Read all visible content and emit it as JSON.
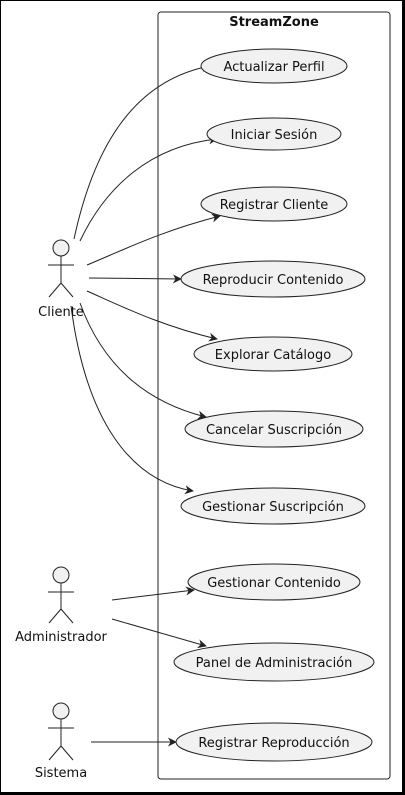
{
  "system": {
    "name": "StreamZone"
  },
  "actors": [
    {
      "id": "cliente",
      "label": "Cliente"
    },
    {
      "id": "administrador",
      "label": "Administrador"
    },
    {
      "id": "sistema",
      "label": "Sistema"
    }
  ],
  "use_cases": [
    {
      "id": "actualizar-perfil",
      "label": "Actualizar Perfil"
    },
    {
      "id": "iniciar-sesion",
      "label": "Iniciar Sesión"
    },
    {
      "id": "registrar-cliente",
      "label": "Registrar Cliente"
    },
    {
      "id": "reproducir-contenido",
      "label": "Reproducir Contenido"
    },
    {
      "id": "explorar-catalogo",
      "label": "Explorar Catálogo"
    },
    {
      "id": "cancelar-suscripcion",
      "label": "Cancelar Suscripción"
    },
    {
      "id": "gestionar-suscripcion",
      "label": "Gestionar Suscripción"
    },
    {
      "id": "gestionar-contenido",
      "label": "Gestionar Contenido"
    },
    {
      "id": "panel-administracion",
      "label": "Panel de Administración"
    },
    {
      "id": "registrar-reproduccion",
      "label": "Registrar Reproducción"
    }
  ],
  "associations": [
    {
      "from": "cliente",
      "to": "actualizar-perfil"
    },
    {
      "from": "cliente",
      "to": "iniciar-sesion"
    },
    {
      "from": "cliente",
      "to": "registrar-cliente"
    },
    {
      "from": "cliente",
      "to": "reproducir-contenido"
    },
    {
      "from": "cliente",
      "to": "explorar-catalogo"
    },
    {
      "from": "cliente",
      "to": "cancelar-suscripcion"
    },
    {
      "from": "cliente",
      "to": "gestionar-suscripcion"
    },
    {
      "from": "administrador",
      "to": "gestionar-contenido"
    },
    {
      "from": "administrador",
      "to": "panel-administracion"
    },
    {
      "from": "sistema",
      "to": "registrar-reproduccion"
    }
  ]
}
